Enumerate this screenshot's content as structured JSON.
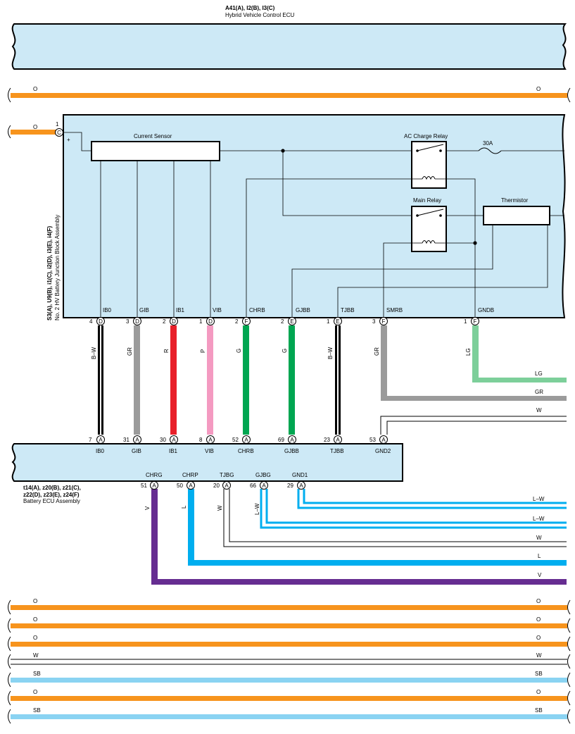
{
  "hv_ecu": {
    "connectors": "A41(A), I2(B), I3(C)",
    "name": "Hybrid Vehicle Control ECU"
  },
  "junction_block": {
    "connectors": "S3(A), U9(B), i1(C), i2(D), i3(E), i4(F)",
    "name": "No. 2 HV Battery Junction Block Assembly",
    "input": {
      "pin": "1",
      "conn": "C",
      "color": "O",
      "plus": "+"
    },
    "current_sensor": "Current Sensor",
    "ac_charge_relay": "AC Charge Relay",
    "fuse": "30A",
    "main_relay": "Main Relay",
    "thermistor": "Thermistor",
    "pins": [
      {
        "label": "IB0",
        "num": "4",
        "conn": "D",
        "wire": "B–W"
      },
      {
        "label": "GIB",
        "num": "3",
        "conn": "D",
        "wire": "GR"
      },
      {
        "label": "IB1",
        "num": "2",
        "conn": "D",
        "wire": "R"
      },
      {
        "label": "VIB",
        "num": "1",
        "conn": "D",
        "wire": "P"
      },
      {
        "label": "CHRB",
        "num": "2",
        "conn": "F",
        "wire": "G"
      },
      {
        "label": "GJBB",
        "num": "2",
        "conn": "E",
        "wire": "G"
      },
      {
        "label": "TJBB",
        "num": "1",
        "conn": "E",
        "wire": "B–W"
      },
      {
        "label": "SMRB",
        "num": "3",
        "conn": "F",
        "wire": "GR"
      },
      {
        "label": "GNDB",
        "num": "1",
        "conn": "F",
        "wire": "LG"
      }
    ]
  },
  "battery_ecu": {
    "connectors_line1": "t14(A), z20(B), z21(C),",
    "connectors_line2": "z22(D), z23(E), z24(F)",
    "name": "Battery ECU Assembly",
    "top_pins": [
      {
        "label": "IB0",
        "num": "7",
        "conn": "A"
      },
      {
        "label": "GIB",
        "num": "31",
        "conn": "A"
      },
      {
        "label": "IB1",
        "num": "30",
        "conn": "A"
      },
      {
        "label": "VIB",
        "num": "8",
        "conn": "A"
      },
      {
        "label": "CHRB",
        "num": "52",
        "conn": "A"
      },
      {
        "label": "GJBB",
        "num": "69",
        "conn": "A"
      },
      {
        "label": "TJBB",
        "num": "23",
        "conn": "A"
      },
      {
        "label": "GND2",
        "num": "53",
        "conn": "A"
      }
    ],
    "bottom_pins": [
      {
        "label": "CHRG",
        "num": "51",
        "conn": "A",
        "wire": "V"
      },
      {
        "label": "CHRP",
        "num": "50",
        "conn": "A",
        "wire": "L"
      },
      {
        "label": "TJBG",
        "num": "20",
        "conn": "A",
        "wire": "W"
      },
      {
        "label": "GJBG",
        "num": "66",
        "conn": "A",
        "wire": "L–W"
      },
      {
        "label": "GND1",
        "num": "29",
        "conn": "A",
        "wire": ""
      }
    ]
  },
  "right_wires": [
    "LG",
    "GR",
    "W",
    "L–W",
    "L–W",
    "W",
    "L",
    "V"
  ],
  "top_bus": {
    "left": "O",
    "right": "O"
  },
  "bottom_buses": [
    {
      "left": "O",
      "right": "O"
    },
    {
      "left": "O",
      "right": "O"
    },
    {
      "left": "O",
      "right": "O"
    },
    {
      "left": "W",
      "right": "W"
    },
    {
      "left": "SB",
      "right": "SB"
    },
    {
      "left": "O",
      "right": "O"
    },
    {
      "left": "SB",
      "right": "SB"
    }
  ],
  "colors": {
    "component_fill": "#cde9f6",
    "O": "#f7941d",
    "W": "#ffffff",
    "SB": "#8ad3f2",
    "GR": "#9b9b9b",
    "R": "#e8202a",
    "P": "#f49ac1",
    "G": "#00a651",
    "LG": "#7dcf9a",
    "L": "#00aeef",
    "V": "#662d91",
    "B–W": "#000000",
    "L–W": "#00aeef"
  }
}
